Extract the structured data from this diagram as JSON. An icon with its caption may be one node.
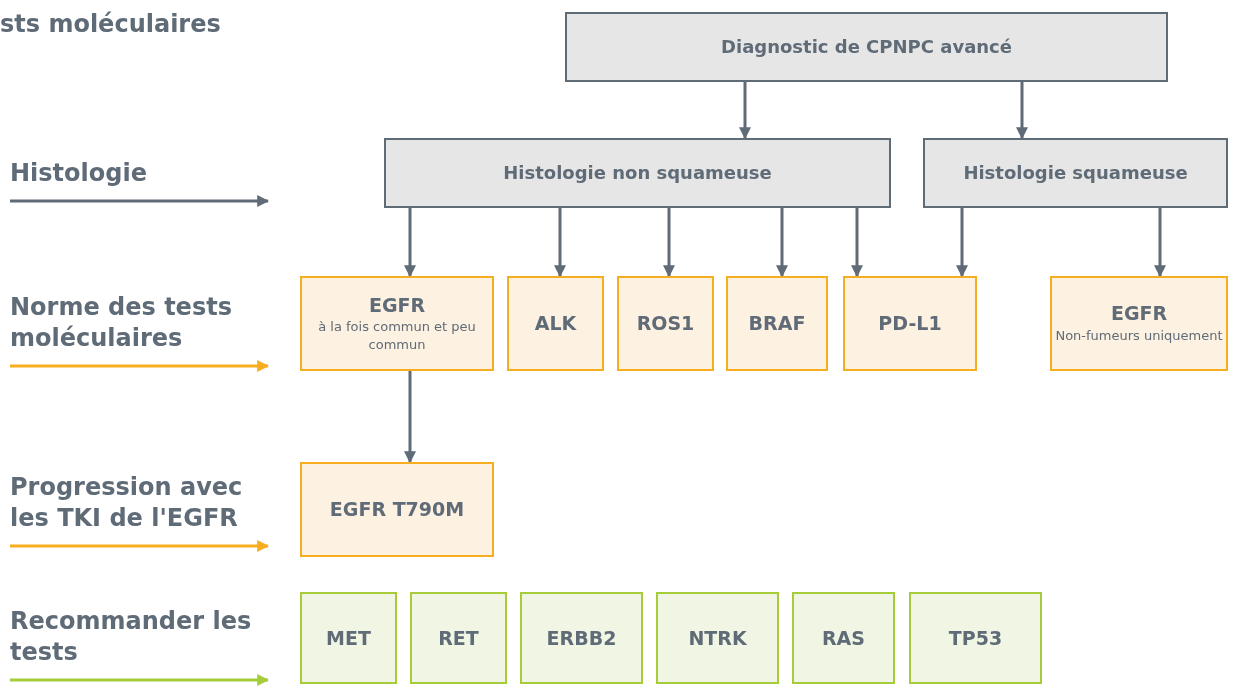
{
  "diagram": {
    "title": "sts moléculaires",
    "nodes": [
      {
        "text": [
          "Diagnostic de CPNPC avancé"
        ]
      },
      {
        "text": [
          "Histologie non squameuse"
        ]
      },
      {
        "text": [
          "Histologie squameuse"
        ]
      },
      {
        "text": [
          "EGFR",
          "à la fois commun et peu commun"
        ]
      },
      {
        "text": [
          "ALK"
        ]
      },
      {
        "text": [
          "ROS1"
        ]
      },
      {
        "text": [
          "BRAF"
        ]
      },
      {
        "text": [
          "PD-L1"
        ]
      },
      {
        "text": [
          "EGFR",
          "Non-fumeurs uniquement"
        ]
      },
      {
        "text": [
          "EGFR T790M"
        ]
      },
      {
        "text": [
          "MET"
        ]
      },
      {
        "text": [
          "RET"
        ]
      },
      {
        "text": [
          "ERBB2"
        ]
      },
      {
        "text": [
          "NTRK"
        ]
      },
      {
        "text": [
          "RAS"
        ]
      },
      {
        "text": [
          "TP53"
        ]
      }
    ],
    "edges": [
      {
        "from": 0,
        "to": 1,
        "arrow": "to"
      },
      {
        "from": 0,
        "to": 2,
        "arrow": "to"
      },
      {
        "from": 1,
        "to": 3,
        "arrow": "to"
      },
      {
        "from": 1,
        "to": 4,
        "arrow": "to"
      },
      {
        "from": 1,
        "to": 5,
        "arrow": "to"
      },
      {
        "from": 1,
        "to": 6,
        "arrow": "to"
      },
      {
        "from": 1,
        "to": 7,
        "arrow": "to"
      },
      {
        "from": 2,
        "to": 7,
        "arrow": "to"
      },
      {
        "from": 2,
        "to": 8,
        "arrow": "to"
      },
      {
        "from": 3,
        "to": 9,
        "arrow": "to"
      }
    ],
    "labels": [
      "Histologie",
      "Norme des tests moléculaires",
      "Progression avec les TKI de l'EGFR",
      "Recommander les tests"
    ]
  }
}
